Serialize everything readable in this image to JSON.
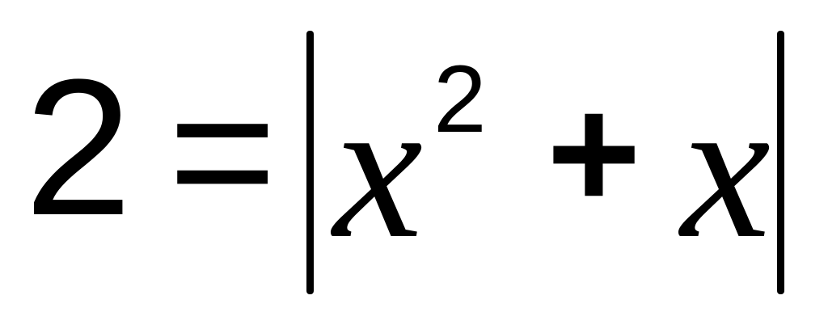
{
  "equation": {
    "lhs": "2",
    "relation": "=",
    "term1_variable": "x",
    "term1_exponent": "2",
    "operator": "+",
    "term2_variable": "x"
  },
  "colors": {
    "foreground": "#000000",
    "background": "#ffffff"
  }
}
